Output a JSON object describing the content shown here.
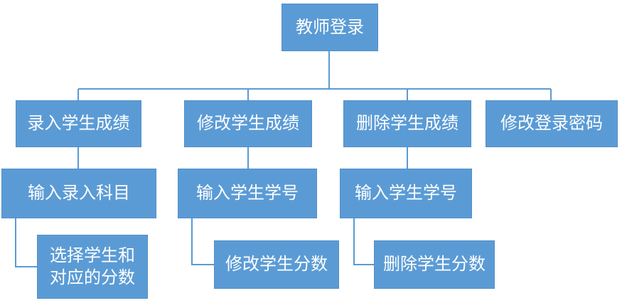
{
  "root": {
    "label": "教师登录"
  },
  "branches": [
    {
      "label": "录入学生成绩",
      "step": "输入录入科目",
      "detail": "选择学生和\n对应的分数"
    },
    {
      "label": "修改学生成绩",
      "step": "输入学生学号",
      "detail": "修改学生分数"
    },
    {
      "label": "删除学生成绩",
      "step": "输入学生学号",
      "detail": "删除学生分数"
    },
    {
      "label": "修改登录密码"
    }
  ],
  "colors": {
    "box": "#5b9bd5",
    "line": "#5b9bd5",
    "text": "#ffffff"
  }
}
